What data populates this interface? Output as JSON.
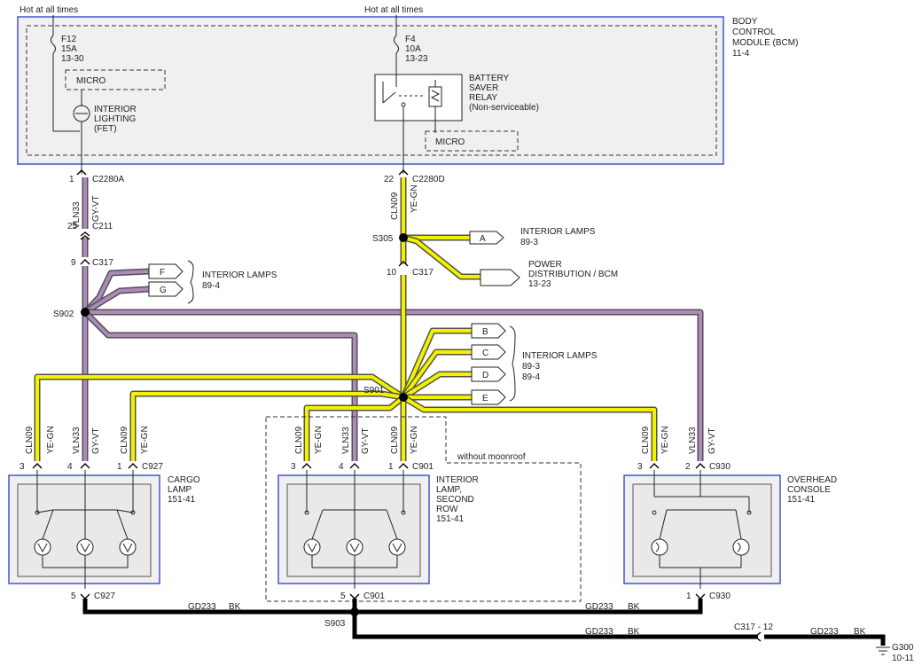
{
  "bcm": {
    "name": [
      "BODY",
      "CONTROL",
      "MODULE (BCM)",
      "11-4"
    ],
    "hot_left": "Hot at all times",
    "hot_right": "Hot at all times",
    "fuse_left": [
      "F12",
      "15A",
      "13-30"
    ],
    "fuse_right": [
      "F4",
      "10A",
      "13-23"
    ],
    "micro_left": "MICRO",
    "micro_right": "MICRO",
    "fet": [
      "INTERIOR",
      "LIGHTING",
      "(FET)"
    ],
    "relay": [
      "BATTERY",
      "SAVER",
      "RELAY",
      "(Non-serviceable)"
    ]
  },
  "connectors": {
    "c2280a": {
      "pin": "1",
      "name": "C2280A"
    },
    "c2280d": {
      "pin": "22",
      "name": "C2280D"
    },
    "c211": {
      "pin": "25",
      "name": "C211"
    },
    "c317_left": {
      "pin": "9",
      "name": "C317"
    },
    "c317_mid": {
      "pin": "10",
      "name": "C317"
    },
    "c927_top": {
      "pins": [
        "3",
        "4",
        "1"
      ],
      "name": "C927"
    },
    "c901_top": {
      "pins": [
        "3",
        "4",
        "1"
      ],
      "name": "C901"
    },
    "c930_top": {
      "pins": [
        "3",
        "2"
      ],
      "name": "C930"
    },
    "c927_bot": {
      "pin": "5",
      "name": "C927"
    },
    "c901_bot": {
      "pin": "5",
      "name": "C901"
    },
    "c930_bot": {
      "pin": "1",
      "name": "C930"
    },
    "c317_12": "C317 - 12"
  },
  "wires": {
    "vln33": "VLN33",
    "gy_vt": "GY-VT",
    "cln09": "CLN09",
    "ye_gn": "YE-GN",
    "gd233": "GD233",
    "bk": "BK"
  },
  "splices": {
    "s305": "S305",
    "s902": "S902",
    "s901": "S901",
    "s903": "S903"
  },
  "refs": {
    "a": "A",
    "b": "B",
    "c": "C",
    "d": "D",
    "e": "E",
    "f": "F",
    "g": "G",
    "lamps_a": [
      "INTERIOR LAMPS",
      "89-3"
    ],
    "power_dist": [
      "POWER",
      "DISTRIBUTION / BCM",
      "13-23"
    ],
    "lamps_fg": [
      "INTERIOR LAMPS",
      "89-4"
    ],
    "lamps_bcde": [
      "INTERIOR LAMPS",
      "89-3",
      "89-4"
    ]
  },
  "modules": {
    "cargo": [
      "CARGO",
      "LAMP",
      "151-41"
    ],
    "second": [
      "INTERIOR",
      "LAMP,",
      "SECOND",
      "ROW",
      "151-41"
    ],
    "overhead": [
      "OVERHEAD",
      "CONSOLE",
      "151-41"
    ],
    "moonroof": "without moonroof"
  },
  "ground": {
    "name": "G300",
    "ref": "10-11"
  }
}
